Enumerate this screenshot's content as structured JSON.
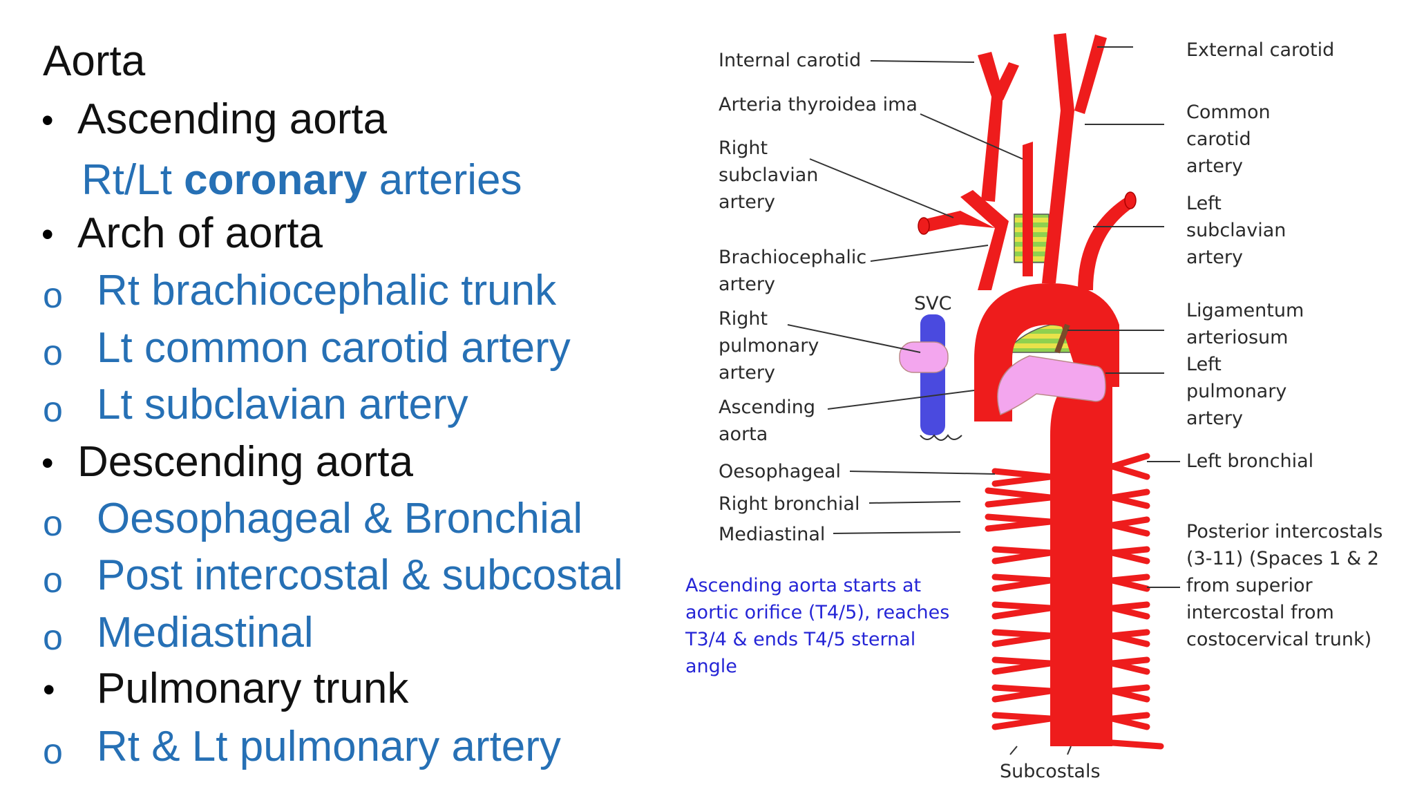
{
  "text_panel": {
    "title": "Aorta",
    "ascending": "Ascending aorta",
    "coronary": {
      "prefix": "Rt/Lt",
      "bold": "coronary",
      "suffix": "arteries"
    },
    "arch": "Arch of aorta",
    "arch_branches": [
      "Rt brachiocephalic trunk",
      "Lt common carotid artery",
      "Lt subclavian artery"
    ],
    "descending": "Descending aorta",
    "descending_branches": [
      "Oesophageal & Bronchial",
      "Post intercostal & subcostal",
      "Mediastinal"
    ],
    "pulmonary": "Pulmonary trunk",
    "pulmonary_branches": [
      "Rt & Lt pulmonary artery"
    ],
    "bullet_symbol": "•",
    "sub_bullet_symbol": "o"
  },
  "diagram": {
    "labels": {
      "internal_carotid": "Internal carotid",
      "arteria_thyroidea_ima": "Arteria thyroidea ima",
      "right_subclavian": "Right\nsubclavian\nartery",
      "brachiocephalic": "Brachiocephalic\nartery",
      "right_pulmonary": "Right\npulmonary\nartery",
      "ascending_aorta": "Ascending\naorta",
      "oesophageal": "Oesophageal",
      "right_bronchial": "Right bronchial",
      "mediastinal": "Mediastinal",
      "svc": "SVC",
      "external_carotid": "External carotid",
      "common_carotid": "Common\ncarotid\nartery",
      "left_subclavian": "Left\nsubclavian\nartery",
      "ligamentum": "Ligamentum\narteriosum",
      "left_pulmonary": "Left\npulmonary\nartery",
      "left_bronchial": "Left bronchial",
      "posterior_intercostals": "Posterior intercostals\n(3-11) (Spaces 1 & 2\nfrom superior\nintercostal from\ncostocervical trunk)",
      "subcostals": "Subcostals"
    },
    "note": "Ascending aorta starts at\naortic orifice (T4/5), reaches\nT3/4 & ends T4/5 sternal\nangle",
    "colors": {
      "artery": "#ee1c1c",
      "svc": "#4a4adf",
      "pulmonary": "#f3a6ee",
      "trachea_green": "#8fd14f",
      "trachea_yellow": "#e9e24a",
      "note_text": "#2525d6",
      "text_blue": "#2670b5"
    }
  }
}
